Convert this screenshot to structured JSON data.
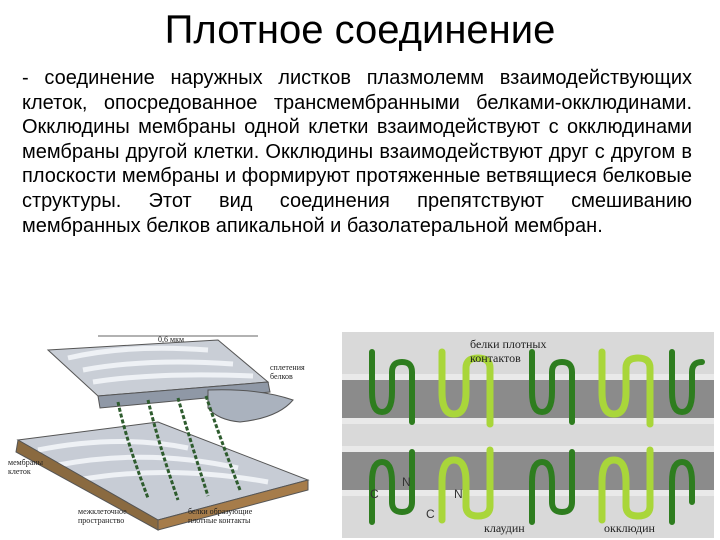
{
  "title": "Плотное соединение",
  "paragraph": "- соединение наружных листков плазмолемм взаимодействующих клеток, опосредованное трансмембранными белками-окклюдинами. Окклюдины мембраны одной клетки взаимодействуют с окклюдинами мембраны другой клетки. Окклюдины взаимодействуют друг с другом в плоскости мембраны и формируют протяженные ветвящиеся белковые структуры. Этот вид соединения препятствуют смешиванию мембранных белков апикальной и базолатеральной мембран.",
  "figure_left": {
    "scale": "0,6 мкм",
    "label_proteins": [
      "сплетения",
      "белков"
    ],
    "label_membranes": [
      "мембраны",
      "клеток"
    ],
    "label_space": [
      "межклеточное",
      "пространство"
    ],
    "label_contacts": [
      "белки образующие",
      "плотные контакты"
    ]
  },
  "figure_right": {
    "label_top": [
      "белки плотных",
      "контактов"
    ],
    "terminus_c1": "C",
    "terminus_n1": "N",
    "terminus_c2": "C",
    "terminus_n2": "N",
    "label_bottom_left": "клаудин",
    "label_bottom_right": "окклюдин",
    "colors": {
      "dark_protein": "#2e7d1f",
      "light_protein": "#a9d63a",
      "membrane_bg": "#8b8b8b",
      "heads": "#e9e9e9"
    }
  }
}
